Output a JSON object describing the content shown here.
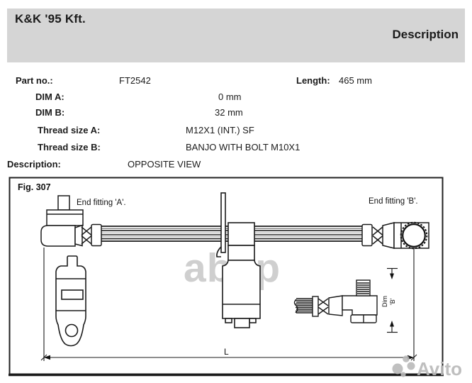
{
  "header": {
    "company": "K&K '95 Kft.",
    "page_title": "Description"
  },
  "specs": {
    "part_no": {
      "label": "Part no.:",
      "value": "FT2542"
    },
    "length": {
      "label": "Length:",
      "value": "465 mm"
    },
    "dim_a": {
      "label": "DIM A:",
      "value": "0 mm"
    },
    "dim_b": {
      "label": "DIM B:",
      "value": "32 mm"
    },
    "thread_a": {
      "label": "Thread size A:",
      "value": "M12X1 (INT.) SF"
    },
    "thread_b": {
      "label": "Thread size B:",
      "value": "BANJO WITH BOLT M10X1"
    },
    "description": {
      "label": "Description:",
      "value": "OPPOSITE VIEW"
    }
  },
  "figure": {
    "caption": "Fig. 307",
    "end_fitting_a": "End fitting 'A'.",
    "end_fitting_b": "End fitting 'B'.",
    "length_dim": "L",
    "dim_b_word": "Dim",
    "dim_b_quote": "'B'"
  },
  "watermarks": {
    "abcp": "abcp",
    "avito": "Avito"
  },
  "colors": {
    "header_bg": "#d5d5d5",
    "ink": "#1b1b1b",
    "watermark_gray": "#c7c7c7",
    "avito_gray": "#b9b9b9"
  }
}
